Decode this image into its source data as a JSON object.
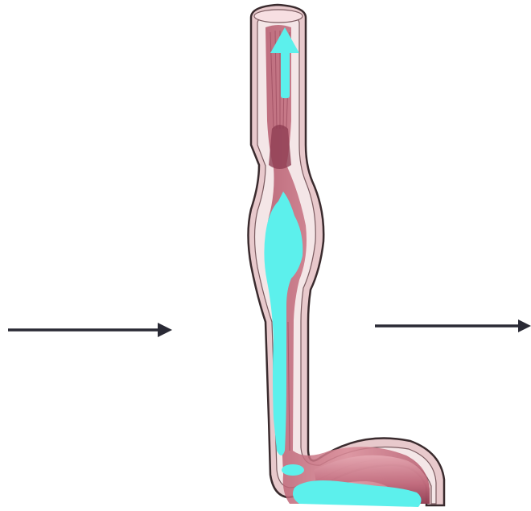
{
  "illustration": {
    "subject": "esophagus",
    "flow_direction": "up"
  },
  "colors": {
    "background": "#ffffff",
    "tube_outer": "#e8c9cc",
    "tube_outline": "#3a2b2e",
    "wall_layer": "#f4e6e7",
    "lumen": "#c97886",
    "lumen_dark": "#a24a5f",
    "highlight": "#5cf0ec",
    "arrow": "#2a2a35"
  },
  "arrows": [
    {
      "id": "left",
      "direction": "right"
    },
    {
      "id": "right",
      "direction": "right"
    }
  ]
}
